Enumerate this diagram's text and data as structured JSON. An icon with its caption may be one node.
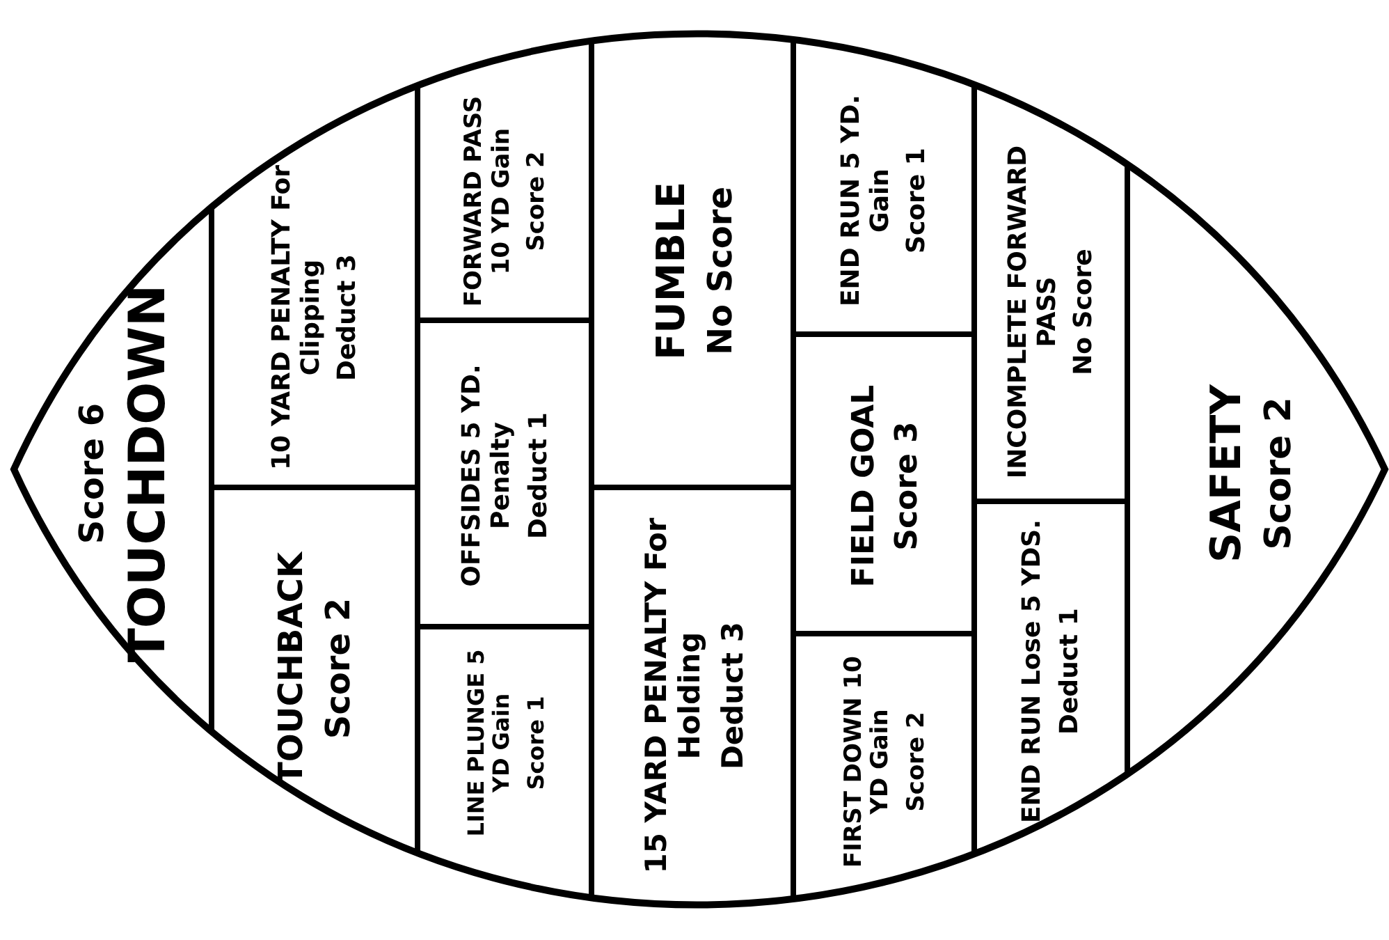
{
  "diagram": {
    "nodes": [
      {
        "text": [
          "Score 6",
          "TOUCHDOWN"
        ]
      },
      {
        "text": [
          "10 YARD PENALTY For Clipping",
          "Deduct 3"
        ]
      },
      {
        "text": [
          "TOUCHBACK",
          "Score 2"
        ]
      },
      {
        "text": [
          "FORWARD PASS 10 YD Gain",
          "Score 2"
        ]
      },
      {
        "text": [
          "OFFSIDES 5 YD. Penalty",
          "Deduct 1"
        ]
      },
      {
        "text": [
          "LINE PLUNGE 5 YD Gain",
          "Score 1"
        ]
      },
      {
        "text": [
          "FUMBLE",
          "No Score"
        ]
      },
      {
        "text": [
          "15 YARD PENALTY For Holding",
          "Deduct 3"
        ]
      },
      {
        "text": [
          "END RUN 5 YD. Gain",
          "Score 1"
        ]
      },
      {
        "text": [
          "FIELD GOAL",
          "Score 3"
        ]
      },
      {
        "text": [
          "FIRST DOWN 10 YD Gain",
          "Score 2"
        ]
      },
      {
        "text": [
          "INCOMPLETE FORWARD PASS",
          "No Score"
        ]
      },
      {
        "text": [
          "END RUN Lose 5 YDS.",
          "Deduct 1"
        ]
      },
      {
        "text": [
          "SAFETY",
          "Score 2"
        ]
      }
    ]
  }
}
